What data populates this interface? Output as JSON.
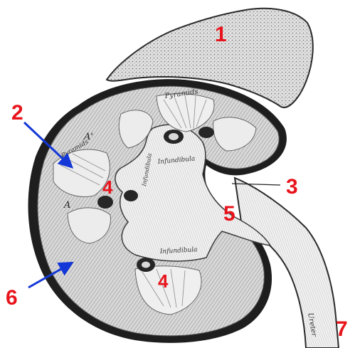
{
  "figure": {
    "colors": {
      "label": "#e8141c",
      "arrow": "#1438d8",
      "ink": "#262626",
      "tissue": "#cfcfcf",
      "tissue_dark": "#9a9a9a",
      "background": "#ffffff"
    },
    "labels": {
      "n1": "1",
      "n2": "2",
      "n3": "3",
      "n4a": "4",
      "n4b": "4",
      "n5": "5",
      "n6": "6",
      "n7": "7"
    },
    "engraved_text": {
      "pyramids_top": "Pyramids",
      "pyramids_left": "Pyramids",
      "infundibula_top": "Infundibula",
      "infundibula_mid": "Infundibula",
      "infundibula_low": "Infundibula",
      "ureter": "Ureter",
      "a_prime": "A'",
      "a": "A"
    }
  }
}
